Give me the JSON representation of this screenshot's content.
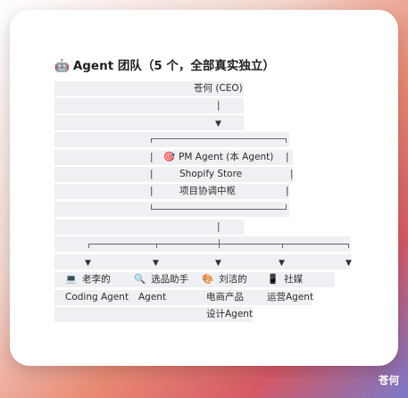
{
  "title": {
    "emoji": "🤖",
    "text": "Agent 团队（5 个，全部真实独立）"
  },
  "ceo": {
    "label": "苍何 (CEO)"
  },
  "pm": {
    "line1_icon": "🎯",
    "line1_text": "PM Agent (本 Agent)",
    "line2_text": "Shopify Store",
    "line3_text": "项目协调中枢"
  },
  "agents": [
    {
      "icon": "💻",
      "name_line1": "老李的",
      "name_line2": "Coding Agent",
      "name_line3": ""
    },
    {
      "icon": "🔍",
      "name_line1": "选品助手",
      "name_line2": "Agent",
      "name_line3": ""
    },
    {
      "icon": "🎨",
      "name_line1": "刘洁的",
      "name_line2": "电商产品",
      "name_line3": "设计Agent"
    },
    {
      "icon": "📱",
      "name_line1": "社媒",
      "name_line2": "运营Agent",
      "name_line3": ""
    }
  ],
  "glyphs": {
    "pipe": "|",
    "arrow": "▼"
  },
  "watermark": "苍何"
}
